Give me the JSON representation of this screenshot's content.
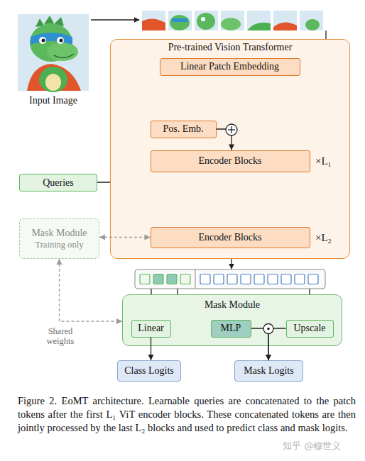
{
  "diagram": {
    "caption": "Figure 2. EoMT architecture. Learnable queries are concatenated to the patch tokens after the first L₁ ViT encoder blocks. These concatenated tokens are then jointly processed by the last L₂ blocks and used to predict class and mask logits.",
    "nodes": [
      {
        "text": [
          "Pre-trained Vision Transformer"
        ]
      },
      {
        "text": [
          "Linear Patch Embedding"
        ],
        "in": 0
      },
      {
        "text": [
          "Pos. Emb."
        ],
        "in": 0
      },
      {
        "text": [
          "Encoder Blocks"
        ],
        "in": 0
      },
      {
        "text": [
          "Queries"
        ]
      },
      {
        "text": [
          "Mask Module",
          "Training only"
        ]
      },
      {
        "text": [
          "Encoder Blocks"
        ],
        "in": 0
      },
      {
        "text": [
          "Mask Module"
        ]
      },
      {
        "text": [
          "Linear"
        ],
        "in": 7
      },
      {
        "text": [
          "MLP"
        ],
        "in": 7
      },
      {
        "text": [
          "Upscale"
        ],
        "in": 7
      },
      {
        "text": [
          "Class Logits"
        ]
      },
      {
        "text": [
          "Mask Logits"
        ]
      }
    ],
    "edges": [
      {
        "from": 5,
        "to": 6,
        "arrow": "both"
      },
      {
        "from": 5,
        "to": 7,
        "label": "Shared weights",
        "arrow": "both"
      },
      {
        "from": 2,
        "to": 3,
        "arrow": "to"
      },
      {
        "from": 8,
        "to": 11,
        "arrow": "to"
      },
      {
        "from": 9,
        "to": 12,
        "arrow": "to"
      },
      {
        "from": 10,
        "to": 12,
        "arrow": "to"
      }
    ],
    "labels": [
      "Input Image",
      "×L₁",
      "×L₂",
      "知乎 @穆世义"
    ]
  }
}
